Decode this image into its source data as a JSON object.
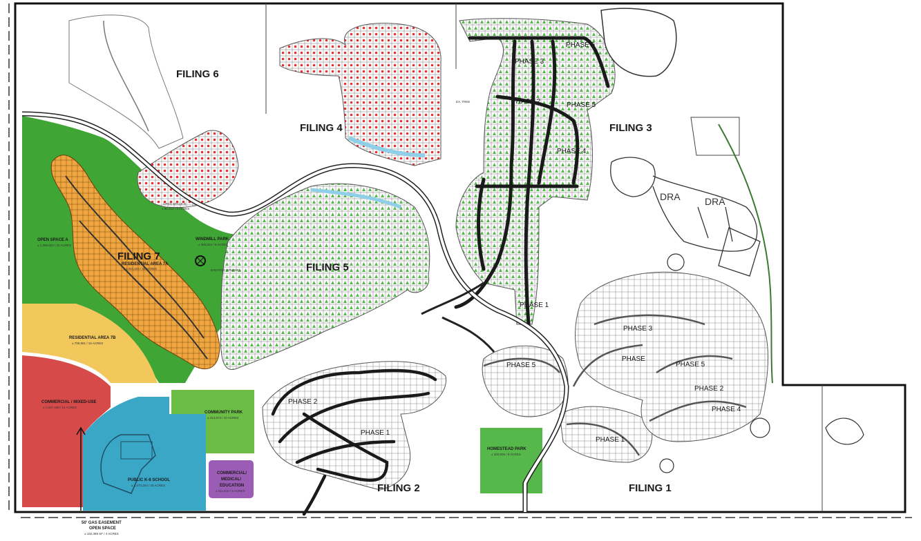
{
  "filings": {
    "f1": "FILING 1",
    "f2": "FILING 2",
    "f3": "FILING 3",
    "f4": "FILING 4",
    "f5": "FILING 5",
    "f6": "FILING 6",
    "f7": "FILING 7"
  },
  "parcels": {
    "open_space_a": {
      "name": "OPEN SPACE A",
      "area": "± 1,366,922 / 31 ACRES"
    },
    "residential_7a": {
      "name": "RESIDENTIAL AREA 7A",
      "area": "± 1,043,423 / 24 ACRES"
    },
    "windmill_park": {
      "name": "WINDMILL PARK",
      "area": "± 365,822 / 8 ACRES"
    },
    "existing_windmill": {
      "name": "EXISTING WINDMILL"
    },
    "residential_7b": {
      "name": "RESIDENTIAL AREA 7B",
      "area": "± 705,981 / 16 ACRES"
    },
    "commercial_mixed": {
      "name": "COMMERCIAL / MIXED-USE",
      "area": "± 1,047,438 / 24 ACRES"
    },
    "school": {
      "name": "PUBLIC K-8 SCHOOL",
      "area": "± 1,073,204 / 25 ACRES"
    },
    "community_park": {
      "name": "COMMUNITY PARK",
      "area": "± 413,873 / 10 ACRES"
    },
    "commercial_medical": {
      "line1": "COMMERCIAL/",
      "line2": "MEDICAL/",
      "line3": "EDUCATION",
      "area": "± 311,610 / 8 ACRES"
    },
    "homestead_park": {
      "name": "HOMESTEAD PARK",
      "area": "± 334,800 / 8 ACRES"
    },
    "open_space_b": {
      "name": "OPEN SPACE B",
      "area": "± 95,213 / 2 ACRES"
    },
    "gas_easement": {
      "line1": "50' GAS EASEMENT",
      "line2": "OPEN SPACE",
      "area": "± 192,389 SF / 4 ACRES"
    },
    "ex_tree": {
      "name": "EX. TREE"
    }
  },
  "phases": {
    "f3_p1": "PHASE 1",
    "f3_p2": "PHASE 2",
    "f3_p3": "PHASE 3",
    "f3_p4": "PHASE 4",
    "f3_p5": "PHASE 5",
    "f2_p1": "PHASE 1",
    "f2_p2": "PHASE 2",
    "f1_p1": "PHASE 1",
    "f1_p2": "PHASE 2",
    "f1_p3": "PHASE 3",
    "f1_p4": "PHASE 4",
    "f1_p5": "PHASE 5",
    "f1_p5b": "PHASE 5",
    "f1_phase": "PHASE"
  },
  "dra": {
    "label1": "DRA",
    "label2": "DRA"
  },
  "colors": {
    "open_space": "#3fa535",
    "residential": "#f0a640",
    "residential_7b": "#f2c75c",
    "commercial": "#d64a4a",
    "school": "#3aa7c7",
    "park": "#6cbd45",
    "medical": "#9b5cb5",
    "lot_dot_red": "#e53030",
    "lot_tri_green": "#56b84a",
    "lot_sq_purple": "#a050c8",
    "lot_sq_blue": "#8fd0e8",
    "road": "#1a1a1a"
  }
}
